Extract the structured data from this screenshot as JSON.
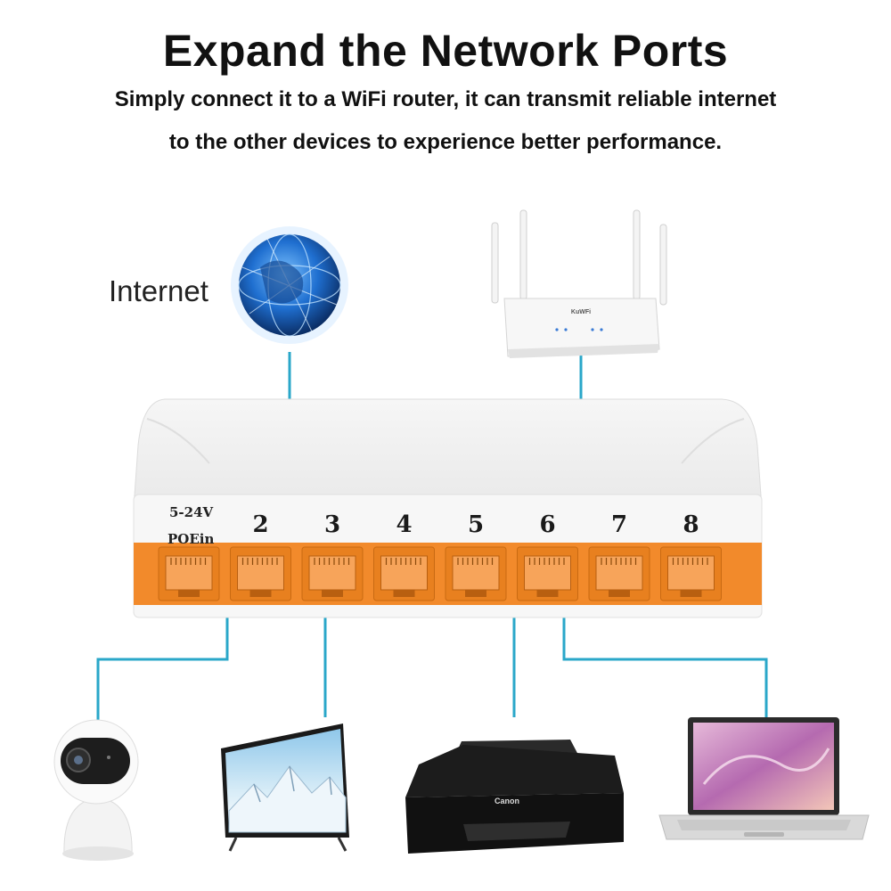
{
  "headline": "Expand the Network Ports",
  "subtitle_line1": "Simply connect it to a WiFi router, it can transmit reliable internet",
  "subtitle_line2": "to the other devices to experience better performance.",
  "internet_label": "Internet",
  "switch": {
    "power_label": "5-24V",
    "poe_label": "POEin",
    "port_numbers": [
      "2",
      "3",
      "4",
      "5",
      "6",
      "7",
      "8"
    ]
  },
  "router_brand": "KuWFi",
  "printer_brand": "Canon",
  "colors": {
    "connector_line": "#2aa7c9",
    "port_orange": "#f28a2b",
    "switch_body": "#f2f2f2",
    "globe_blue": "#1f6fd0"
  },
  "icons": [
    "globe-icon",
    "router-icon",
    "camera-icon",
    "tv-icon",
    "printer-icon",
    "laptop-icon"
  ]
}
